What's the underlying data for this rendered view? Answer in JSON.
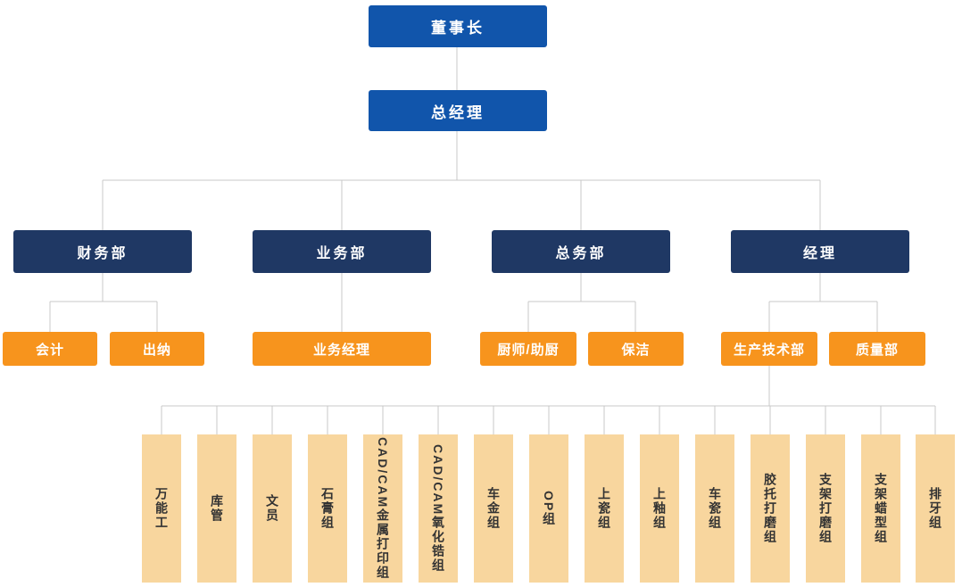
{
  "org": {
    "chairman": "董事长",
    "general_manager": "总经理",
    "departments": [
      {
        "label": "财务部",
        "children": [
          "会计",
          "出纳"
        ]
      },
      {
        "label": "业务部",
        "children": [
          "业务经理"
        ]
      },
      {
        "label": "总务部",
        "children": [
          "厨师/助厨",
          "保洁"
        ]
      },
      {
        "label": "经理",
        "children": [
          "生产技术部",
          "质量部"
        ]
      }
    ],
    "teams": [
      "万能工",
      "库管",
      "文员",
      "石膏组",
      "CAD/CAM金属打印组",
      "CAD/CAM氧化锆组",
      "车金组",
      "OP组",
      "上瓷组",
      "上釉组",
      "车瓷组",
      "胶托打磨组",
      "支架打磨组",
      "支架蜡型组",
      "排牙组"
    ]
  },
  "colors": {
    "primary_blue": "#1155ab",
    "navy": "#1f3864",
    "orange": "#f7941d",
    "tan": "#f8d69e",
    "line": "#c8c8c8",
    "team_text": "#333333"
  }
}
